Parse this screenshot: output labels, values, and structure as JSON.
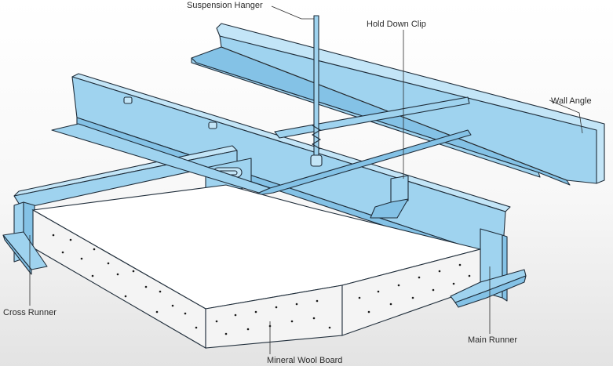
{
  "labels": {
    "suspension_hanger": "Suspension Hanger",
    "hold_down_clip": "Hold Down Clip",
    "wall_angle": "Wall Angle",
    "cross_runner": "Cross Runner",
    "main_runner": "Main Runner",
    "mineral_wool_board": "Mineral Wool Board"
  },
  "colors": {
    "metal": "#9fd3ef",
    "metal_dark": "#84c2e6",
    "outline": "#1f2d3a",
    "background_fade": "#e6e6e6"
  }
}
